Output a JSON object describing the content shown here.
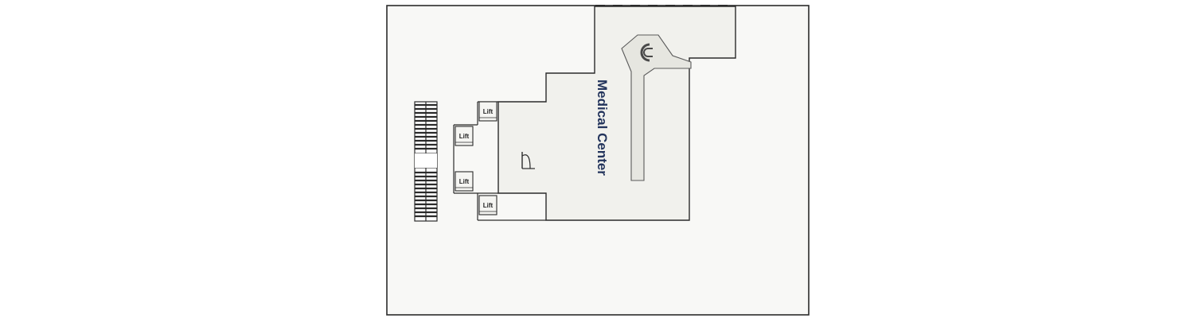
{
  "floor_map": {
    "rooms": [
      {
        "id": "medical-center",
        "label": "Medical Center"
      }
    ],
    "lifts": [
      {
        "label": "Lift"
      },
      {
        "label": "Lift"
      },
      {
        "label": "Lift"
      },
      {
        "label": "Lift"
      }
    ],
    "colors": {
      "background": "#ffffff",
      "outline": "#2b2b2b",
      "floor_fill": "#f8f8f6",
      "room_fill": "#f1f1ed",
      "room_label": "#23345c"
    }
  }
}
